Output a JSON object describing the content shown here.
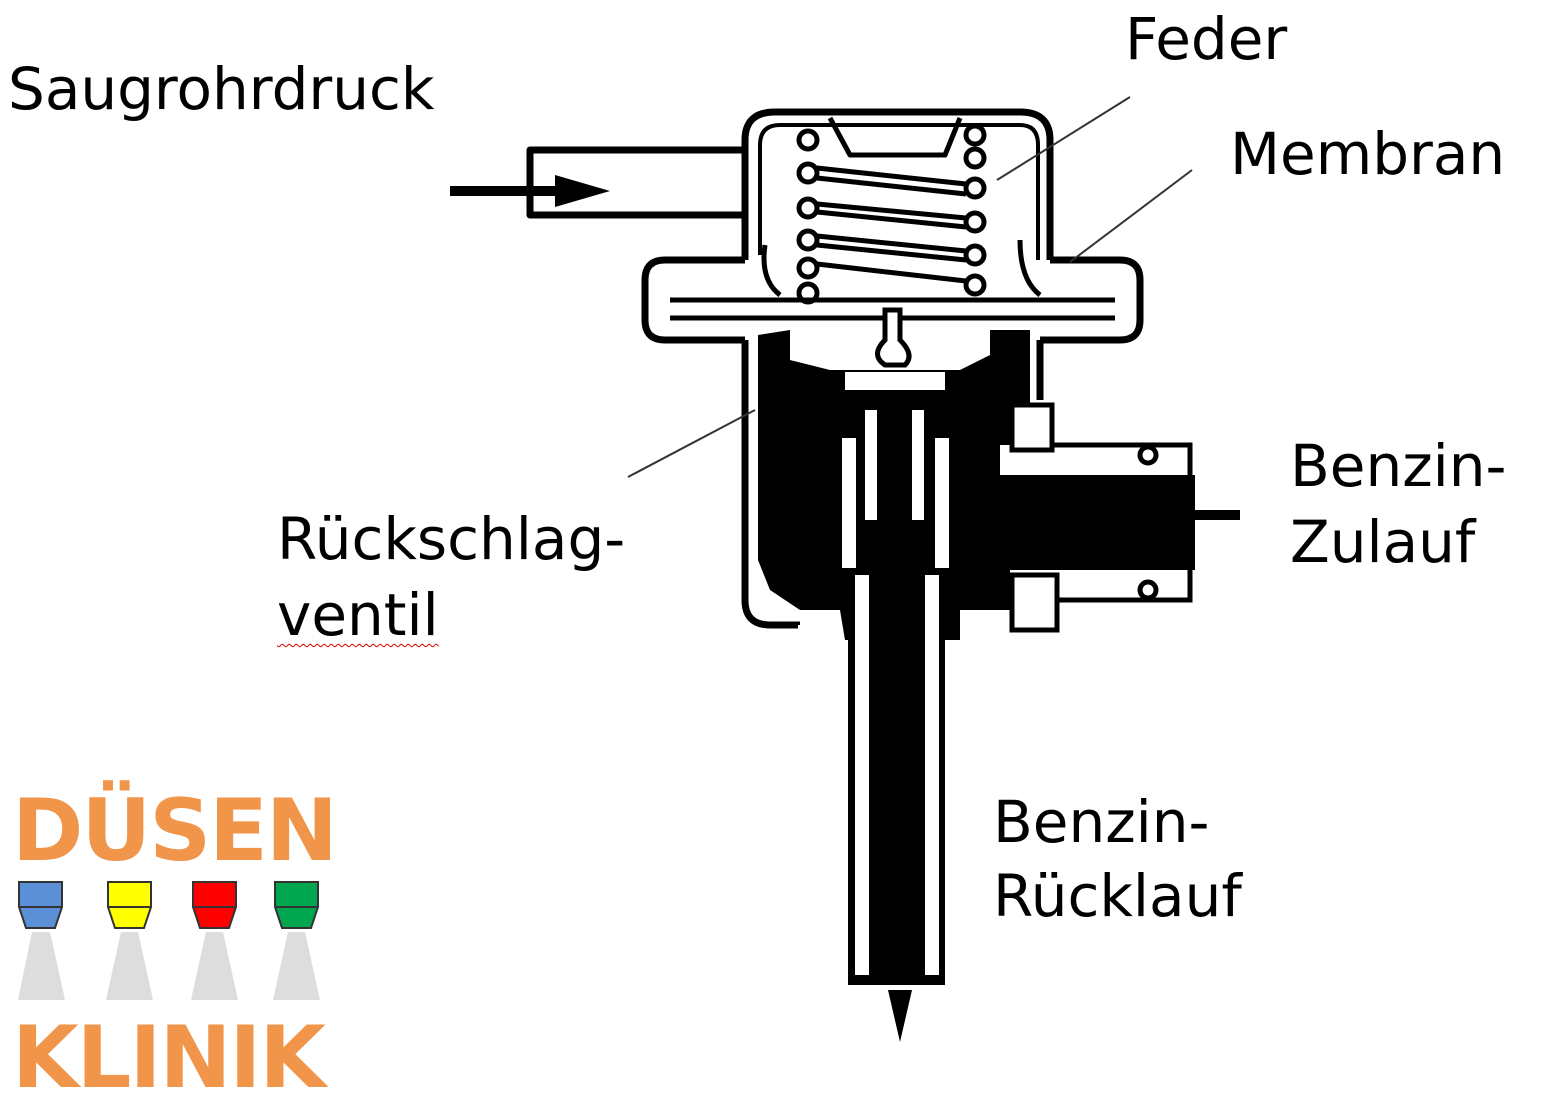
{
  "labels": {
    "intake": "Saugrohrdruck",
    "spring": "Feder",
    "membrane": "Membran",
    "check_valve_line1": "Rückschlag-",
    "check_valve_line2": "ventil",
    "fuel_in_line1": "Benzin-",
    "fuel_in_line2": "Zulauf",
    "fuel_return_line1": "Benzin-",
    "fuel_return_line2": "Rücklauf"
  },
  "logo": {
    "top": "DÜSEN",
    "bottom": "KLINIK",
    "text_color": "#F0954A",
    "nozzle_colors": [
      "#5B8FD6",
      "#FFFF00",
      "#FF0000",
      "#00A650"
    ]
  }
}
